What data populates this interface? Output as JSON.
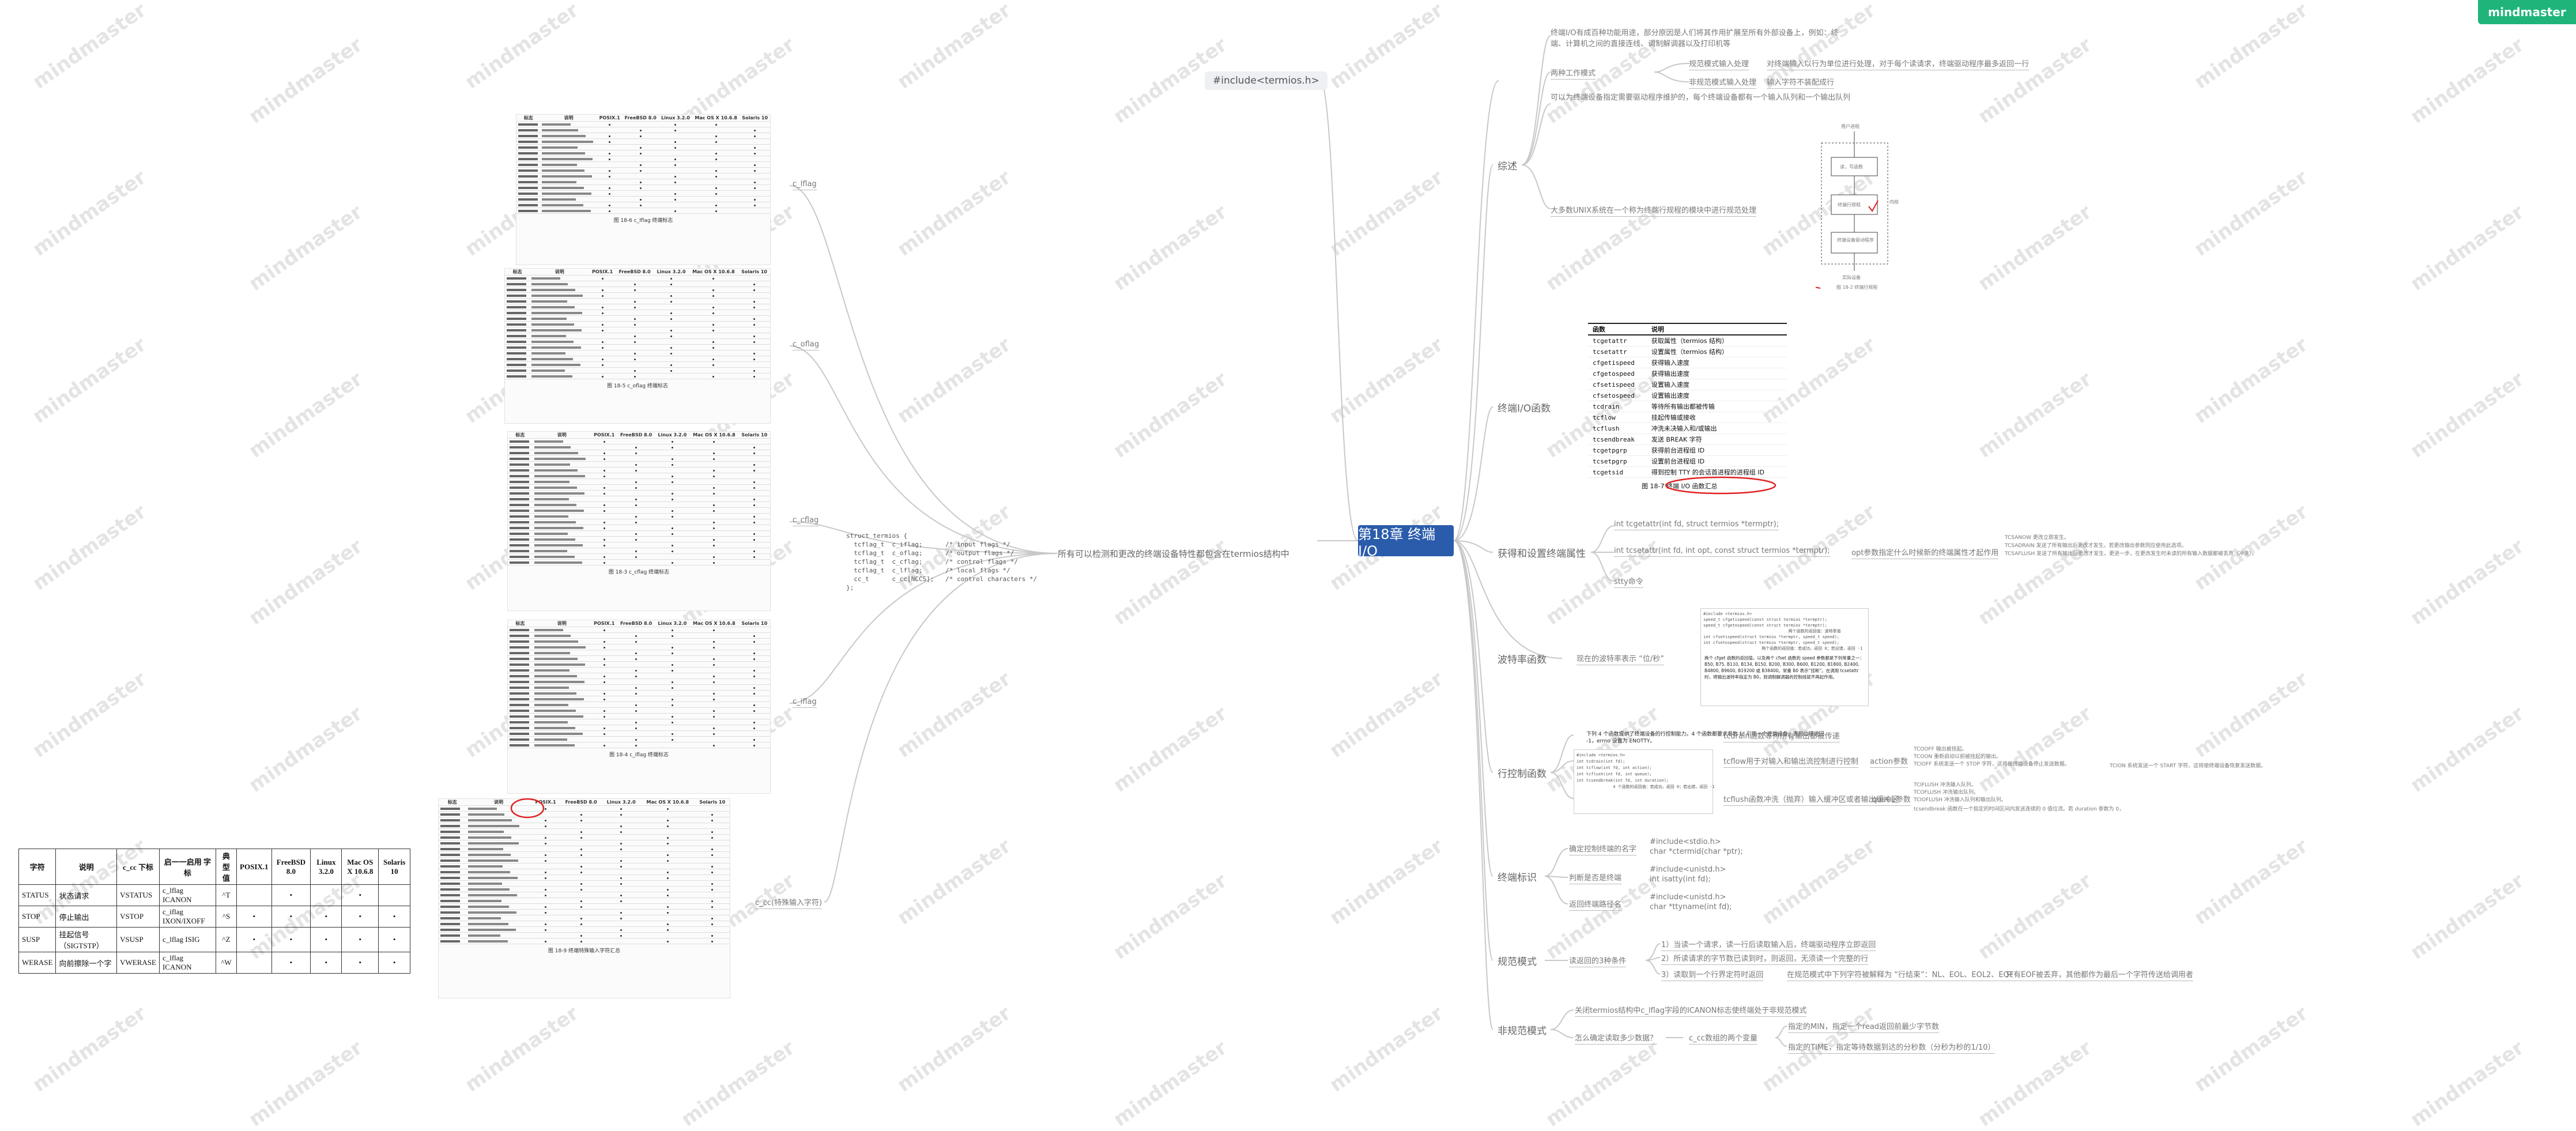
{
  "brand": "mindmaster",
  "watermark": "mindmaster",
  "root": "第18章 终端I/O",
  "left_branch": "所有可以检测和更改的终端设备特性都包含在termios结构中",
  "include": "#include<termios.h>",
  "termios_code": "struct termios {\n  tcflag_t  c_iflag;      /* input flags */\n  tcflag_t  c_oflag;      /* output flags */\n  tcflag_t  c_cflag;      /* control flags */\n  tcflag_t  c_lflag;      /* local flags */\n  cc_t      c_cc[NCCS];   /* control characters */\n};",
  "flags": [
    {
      "label": "c_lflag",
      "caption": "图 18-6  c_lflag 终端标志"
    },
    {
      "label": "c_oflag",
      "caption": "图 18-5  c_oflag 终端标志"
    },
    {
      "label": "c_cflag",
      "caption": "图 18-3  c_cflag 终端标志"
    },
    {
      "label": "c_iflag",
      "caption": "图 18-4  c_iflag 终端标志"
    },
    {
      "label": "c_cc(特殊输入字符)",
      "caption": "图 18-9  终端特殊输入字符汇总"
    }
  ],
  "fig_cols": [
    "标志",
    "说明",
    "POSIX.1",
    "FreeBSD 8.0",
    "Linux 3.2.0",
    "Mac OS X 10.6.8",
    "Solaris 10"
  ],
  "right_branches": {
    "overview": {
      "label": "综述",
      "text1": "终端I/O有成百种功能用途，部分原因是人们将其作用扩展至所有外部设备上，例如：终端、计算机之间的直接连线、调制解调器以及打印机等",
      "mode_label": "两种工作模式",
      "mode1": "规范模式输入处理",
      "mode1_desc": "对终端输入以行为单位进行处理，对于每个读请求，终端驱动程序最多返回一行",
      "mode2": "非规范模式输入处理",
      "mode2_desc": "输入字符不装配成行",
      "queue_text": "可以为终端设备指定需要驱动程序维护的，每个终端设备都有一个输入队列和一个输出队列",
      "unix_text": "大多数UNIX系统在一个称为终端行规程的模块中进行规范处理",
      "diagram_labels": [
        "用户进程",
        "读，写函数",
        "终端行规程",
        "终端设备驱动程序",
        "实际设备"
      ],
      "diagram_side": "内核",
      "diagram_caption": "图 18-2  终端行规程"
    },
    "functions": {
      "label": "终端I/O函数",
      "headers": [
        "函数",
        "说明"
      ],
      "rows": [
        [
          "tcgetattr",
          "获取属性（termios 结构）"
        ],
        [
          "tcsetattr",
          "设置属性（termios 结构）"
        ],
        [
          "cfgetispeed",
          "获得输入速度"
        ],
        [
          "cfgetospeed",
          "获得输出速度"
        ],
        [
          "cfsetispeed",
          "设置输入速度"
        ],
        [
          "cfsetospeed",
          "设置输出速度"
        ],
        [
          "tcdrain",
          "等待所有输出都被传输"
        ],
        [
          "tcflow",
          "挂起传输或接收"
        ],
        [
          "tcflush",
          "冲洗未决输入和/或输出"
        ],
        [
          "tcsendbreak",
          "发送 BREAK 字符"
        ],
        [
          "tcgetpgrp",
          "获得前台进程组 ID"
        ],
        [
          "tcsetpgrp",
          "设置前台进程组 ID"
        ],
        [
          "tcgetsid",
          "得到控制 TTY 的会话首进程的进程组 ID"
        ]
      ],
      "caption": "图 18-7  终端 I/O 函数汇总"
    },
    "attrs": {
      "label": "获得和设置终端属性",
      "get": "int tcgetattr(int fd, struct termios *termptr);",
      "set": "int tcsetattr(int fd, int opt, const struct termios *termptr);",
      "opt_label": "opt参数指定什么时候新的终端属性才起作用",
      "opt_items": [
        "TCSANOW     更改立即发生。",
        "TCSADRAIN   发送了所有输出后更改才发生。若更改输出参数则应使用此选项。",
        "TCSAFLUSH   发送了所有输出后更改才发生。更进一步，在更改发生时未读的所有输入数据都被丢弃（冲洗）。"
      ],
      "stty": "stty命令"
    },
    "baud": {
      "label": "波特率函数",
      "text": "现在的波特率表示 “位/秒”",
      "code": "#include <termios.h>\nspeed_t cfgetispeed(const struct termios *termptr);\nspeed_t cfgetospeed(const struct termios *termptr);\n                                   两个函数的返回值：波特率值\nint cfsetispeed(struct termios *termptr, speed_t speed);\nint cfsetospeed(struct termios *termptr, speed_t speed);\n                        两个函数的返回值：若成功，返回 0；若出错，返回 -1",
      "desc": "两个 cfget 函数的返回值，以及两个 cfset 函数的 speed 参数都是下列常量之一：B50, B75, B110, B134, B150, B200, B300, B600, B1200, B1800, B2400, B4800, B9600, B19200 或 B38400。常量 B0 表示“挂断”。在调用 tcsetattr 时，将输出波特率指定为 B0，则调制解调器的控制线就不再起作用。"
    },
    "line": {
      "label": "行控制函数",
      "intro": "下列 4 个函数提供了终端设备的行控制能力。4 个函数都要求参数 fd 引用一个终端设备，否则出错返回 -1，errno 设置为 ENOTTY。",
      "code": "#include <termios.h>\nint tcdrain(int fd);\nint tcflow(int fd, int action);\nint tcflush(int fd, int queue);\nint tcsendbreak(int fd, int duration);\n               4 个函数的返回值：若成功，返回 0；若出错，返回 -1",
      "tcdrain": "tcdrain函数等待所有输出都被传递",
      "tcflow": "tcflow用于对输入和输出流控制进行控制",
      "action_label": "action参数",
      "action_items": [
        "TCOOFF      输出被挂起。",
        "TCOON       重新启动以前被挂起的输出。",
        "TCIOFF      系统发送一个 STOP 字符，这将使终端设备停止发送数据。"
      ],
      "tcion": "TCION       系统发送一个 START 字符，这将使终端设备恢复发送数据。",
      "tcflush": "tcflush函数冲洗（抛弃）输入缓冲区或者输出缓冲区",
      "queue_label": "queue参数",
      "queue_items": [
        "TCIFLUSH    冲洗输入队列。",
        "TCOFLUSH    冲洗输出队列。",
        "TCIOFLUSH   冲洗输入队列和输出队列。"
      ],
      "tcsendbreak": "tcsendbreak 函数在一个指定的时间区间内发送连续的 0 值位流。若 duration 参数为 0，"
    },
    "ident": {
      "label": "终端标识",
      "i1": "确定控制终端的名字",
      "i1a": "#include<stdio.h>",
      "i1b": "char *ctermid(char *ptr);",
      "i2": "判断是否是终端",
      "i2a": "#include<unistd.h>",
      "i2b": "int isatty(int fd);",
      "i3": "返回终端路径名",
      "i3a": "#include<unistd.h>",
      "i3b": "char *ttyname(int fd);"
    },
    "canon": {
      "label": "规范模式",
      "cond": "读返回的3种条件",
      "c1": "1）当读一个请求，读一行后读取输入后，终端驱动程序立即返回",
      "c2": "2）所读请求的字节数已读到时，则返回，无须读一个完整的行",
      "c3": "3）读取到一个行界定符时返回",
      "c3b": "在规范模式中下列字符被解释为 “行结束”：NL、EOL、EOL2、EOF",
      "c3c": "只有EOF被丢弃，其他都作为最后一个字符传送给调用者"
    },
    "noncanon": {
      "label": "非规范模式",
      "n1": "关闭termios结构中c_lflag字段的ICANON标志使终端处于非规范模式",
      "n2": "怎么确定读取多少数据？",
      "n3": "c_cc数组的两个变量",
      "n3a": "指定的MIN，指定一个read返回前最少字节数",
      "n3b": "指定的TIME，指定等待数据到达的分秒数（分秒为秒的1/10）"
    }
  },
  "cc_table": {
    "headers": [
      "字符",
      "说明",
      "c_cc 下标",
      "启一一启用 字标",
      "典型值",
      "POSIX.1",
      "FreeBSD 8.0",
      "Linux 3.2.0",
      "Mac OS X 10.6.8",
      "Solaris 10"
    ],
    "rows": [
      [
        "STATUS",
        "状态请求",
        "VSTATUS",
        "c_lflag ICANON",
        "^T",
        "",
        "•",
        "",
        "•",
        ""
      ],
      [
        "STOP",
        "停止输出",
        "VSTOP",
        "c_iflag IXON/IXOFF",
        "^S",
        "•",
        "•",
        "•",
        "•",
        "•"
      ],
      [
        "SUSP",
        "挂起信号（SIGTSTP）",
        "VSUSP",
        "c_lflag ISIG",
        "^Z",
        "•",
        "•",
        "•",
        "•",
        "•"
      ],
      [
        "WERASE",
        "向前擦除一个字",
        "VWERASE",
        "c_lflag ICANON",
        "^W",
        "",
        "•",
        "•",
        "•",
        "•"
      ]
    ]
  }
}
